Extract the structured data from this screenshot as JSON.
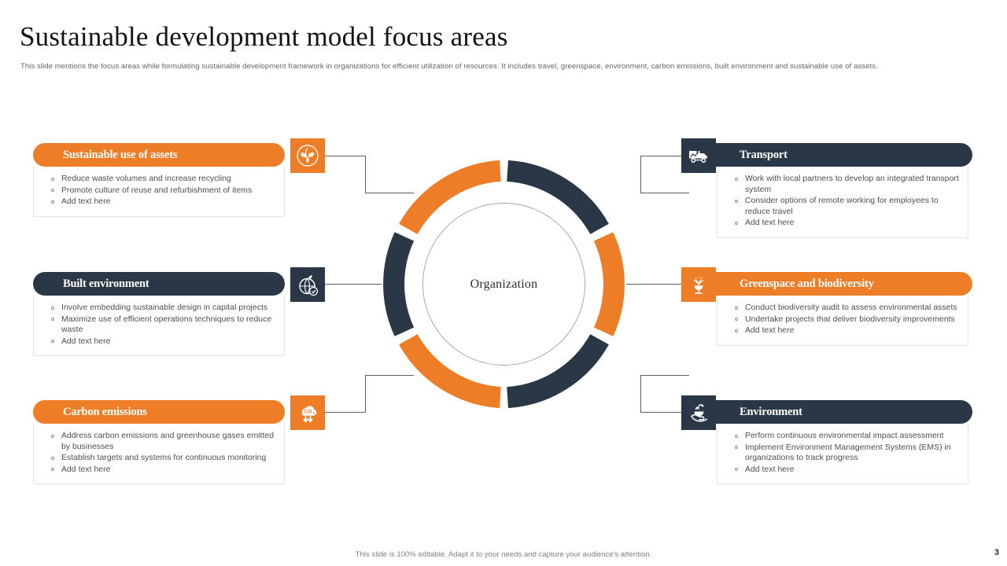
{
  "header": {
    "title": "Sustainable development model focus areas",
    "subtitle": "This slide mentions the focus areas while formulating sustainable development framework in organizations for efficient utilization of resources. It includes travel, greenspace, environment, carbon emissions, built environment and sustainable use of assets."
  },
  "center": {
    "label": "Organization"
  },
  "colors": {
    "orange": "#ED7D27",
    "navy": "#2A3747",
    "connector": "#5b6169",
    "body_text": "#4a4e52"
  },
  "cards": {
    "left": [
      {
        "title": "Sustainable use of assets",
        "theme": "orange",
        "icon": "leaf-hand-icon",
        "bullets": [
          "Reduce waste volumes and increase recycling",
          "Promote culture of reuse and refurbishment of items",
          "Add text here"
        ]
      },
      {
        "title": "Built environment",
        "theme": "navy",
        "icon": "globe-leaf-icon",
        "bullets": [
          "Involve  embedding sustainable design in capital projects",
          "Maximize use of efficient operations techniques to reduce waste",
          "Add text here"
        ]
      },
      {
        "title": "Carbon emissions",
        "theme": "orange",
        "icon": "co2-cloud-icon",
        "bullets": [
          "Address carbon emissions and greenhouse gases emitted by businesses",
          "Establish targets and systems for continuous monitoring",
          "Add text here"
        ]
      }
    ],
    "right": [
      {
        "title": "Transport",
        "theme": "navy",
        "icon": "delivery-truck-icon",
        "bullets": [
          "Work with local partners to develop  an integrated transport system",
          "Consider  options of remote working  for employees to reduce  travel",
          "Add text here"
        ]
      },
      {
        "title": "Greenspace and biodiversity",
        "theme": "orange",
        "icon": "sprout-goblet-icon",
        "bullets": [
          "Conduct  biodiversity  audit to assess environmental  assets",
          "Undertake  projects that deliver biodiversity  improvements",
          "Add text here"
        ]
      },
      {
        "title": "Environment",
        "theme": "navy",
        "icon": "hand-plant-icon",
        "bullets": [
          "Perform  continuous environmental impact assessment",
          "Implement  Environment  Management  Systems (EMS) in organizations  to track progress",
          "Add text here"
        ]
      }
    ]
  },
  "chart_data": {
    "type": "pie",
    "title": "Organization",
    "segments": [
      {
        "label": "Sustainable use of assets",
        "color": "#ED7D27",
        "start_deg": 272,
        "end_deg": 327
      },
      {
        "label": "Built environment",
        "color": "#2A3747",
        "start_deg": 332,
        "end_deg": 27
      },
      {
        "label": "Carbon emissions",
        "color": "#ED7D27",
        "start_deg": 32,
        "end_deg": 87
      },
      {
        "label": "Environment",
        "color": "#2A3747",
        "start_deg": 92,
        "end_deg": 147
      },
      {
        "label": "Greenspace and biodiversity",
        "color": "#ED7D27",
        "start_deg": 152,
        "end_deg": 207
      },
      {
        "label": "Transport",
        "color": "#2A3747",
        "start_deg": 212,
        "end_deg": 267
      }
    ],
    "legend": "none",
    "grid": false
  },
  "footer": {
    "note": "This slide is 100% editable. Adapt it to your needs and capture your audience's attention.",
    "page": "3"
  }
}
